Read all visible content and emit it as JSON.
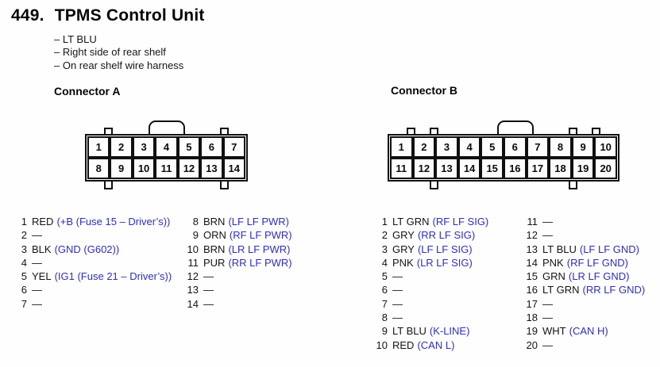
{
  "page": {
    "number": "449.",
    "title": "TPMS Control Unit",
    "notes": [
      "– LT BLU",
      "– Right side of rear shelf",
      "– On rear shelf wire harness"
    ]
  },
  "colors": {
    "signal_blue": "#2e2ebd",
    "ink": "#111111"
  },
  "connectors": [
    {
      "id": "A",
      "heading": "Connector A",
      "columns": 7,
      "pin_rows": [
        [
          "1",
          "2",
          "3",
          "4",
          "5",
          "6",
          "7"
        ],
        [
          "8",
          "9",
          "10",
          "11",
          "12",
          "13",
          "14"
        ]
      ],
      "top_tabs_after_col": [
        1,
        6
      ],
      "bottom_tabs_after_col": [
        1,
        6
      ],
      "latch_center_col": 4
    },
    {
      "id": "B",
      "heading": "Connector B",
      "columns": 10,
      "pin_rows": [
        [
          "1",
          "2",
          "3",
          "4",
          "5",
          "6",
          "7",
          "8",
          "9",
          "10"
        ],
        [
          "11",
          "12",
          "13",
          "14",
          "15",
          "16",
          "17",
          "18",
          "19",
          "20"
        ]
      ],
      "top_tabs_after_col": [
        1,
        2,
        8,
        9
      ],
      "bottom_tabs_after_col": [
        2,
        8
      ],
      "latch_center_col": 6
    }
  ],
  "pin_lists": {
    "a_col1": [
      {
        "num": "1",
        "wire": "RED",
        "signal": "(+B (Fuse 15 – Driver’s))"
      },
      {
        "num": "2",
        "wire": "—",
        "signal": ""
      },
      {
        "num": "3",
        "wire": "BLK",
        "signal": "(GND (G602))"
      },
      {
        "num": "4",
        "wire": "—",
        "signal": ""
      },
      {
        "num": "5",
        "wire": "YEL",
        "signal": "(IG1 (Fuse 21 – Driver’s))"
      },
      {
        "num": "6",
        "wire": "—",
        "signal": ""
      },
      {
        "num": "7",
        "wire": "—",
        "signal": ""
      }
    ],
    "a_col2": [
      {
        "num": "8",
        "wire": "BRN",
        "signal": "(LF LF PWR)"
      },
      {
        "num": "9",
        "wire": "ORN",
        "signal": "(RF LF PWR)"
      },
      {
        "num": "10",
        "wire": "BRN",
        "signal": "(LR LF PWR)"
      },
      {
        "num": "11",
        "wire": "PUR",
        "signal": "(RR LF PWR)"
      },
      {
        "num": "12",
        "wire": "—",
        "signal": ""
      },
      {
        "num": "13",
        "wire": "—",
        "signal": ""
      },
      {
        "num": "14",
        "wire": "—",
        "signal": ""
      }
    ],
    "b_col1": [
      {
        "num": "1",
        "wire": "LT GRN",
        "signal": "(RF LF SIG)"
      },
      {
        "num": "2",
        "wire": "GRY",
        "signal": "(RR LF SIG)"
      },
      {
        "num": "3",
        "wire": "GRY",
        "signal": "(LF LF SIG)"
      },
      {
        "num": "4",
        "wire": "PNK",
        "signal": "(LR LF SIG)"
      },
      {
        "num": "5",
        "wire": "—",
        "signal": ""
      },
      {
        "num": "6",
        "wire": "—",
        "signal": ""
      },
      {
        "num": "7",
        "wire": "—",
        "signal": ""
      },
      {
        "num": "8",
        "wire": "—",
        "signal": ""
      },
      {
        "num": "9",
        "wire": "LT BLU",
        "signal": "(K-LINE)"
      },
      {
        "num": "10",
        "wire": "RED",
        "signal": "(CAN L)"
      }
    ],
    "b_col2": [
      {
        "num": "11",
        "wire": "—",
        "signal": ""
      },
      {
        "num": "12",
        "wire": "—",
        "signal": ""
      },
      {
        "num": "13",
        "wire": "LT BLU",
        "signal": "(LF LF GND)"
      },
      {
        "num": "14",
        "wire": "PNK",
        "signal": "(RF LF GND)"
      },
      {
        "num": "15",
        "wire": "GRN",
        "signal": "(LR LF GND)"
      },
      {
        "num": "16",
        "wire": "LT GRN",
        "signal": "(RR LF GND)"
      },
      {
        "num": "17",
        "wire": "—",
        "signal": ""
      },
      {
        "num": "18",
        "wire": "—",
        "signal": ""
      },
      {
        "num": "19",
        "wire": "WHT",
        "signal": "(CAN H)"
      },
      {
        "num": "20",
        "wire": "—",
        "signal": ""
      }
    ]
  }
}
